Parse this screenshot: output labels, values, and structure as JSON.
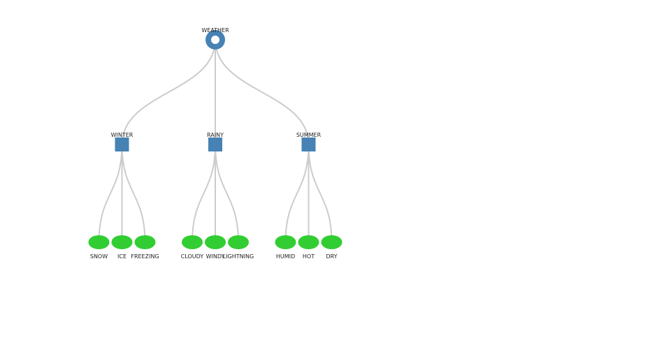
{
  "colors": {
    "link": "#cccccc",
    "root": "#4682b4",
    "root_inner": "#ffffff",
    "category": "#4682b4",
    "leaf": "#32cd32"
  },
  "tree": {
    "root": {
      "label": "WEATHER",
      "shape": "ring",
      "children": [
        {
          "label": "WINTER",
          "shape": "square",
          "children": [
            {
              "label": "SNOW",
              "shape": "ellipse"
            },
            {
              "label": "ICE",
              "shape": "ellipse"
            },
            {
              "label": "FREEZING",
              "shape": "ellipse"
            }
          ]
        },
        {
          "label": "RAINY",
          "shape": "square",
          "children": [
            {
              "label": "CLOUDY",
              "shape": "ellipse"
            },
            {
              "label": "WINDY",
              "shape": "ellipse"
            },
            {
              "label": "LIGHTNING",
              "shape": "ellipse"
            }
          ]
        },
        {
          "label": "SUMMER",
          "shape": "square",
          "children": [
            {
              "label": "HUMID",
              "shape": "ellipse"
            },
            {
              "label": "HOT",
              "shape": "ellipse"
            },
            {
              "label": "DRY",
              "shape": "ellipse"
            }
          ]
        }
      ]
    }
  }
}
